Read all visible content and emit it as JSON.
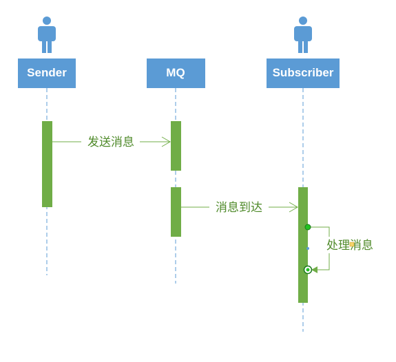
{
  "diagram": {
    "actors": [
      {
        "id": "sender",
        "label": "Sender"
      },
      {
        "id": "mq",
        "label": "MQ"
      },
      {
        "id": "subscriber",
        "label": "Subscriber"
      }
    ],
    "messages": [
      {
        "from": "sender",
        "to": "mq",
        "label": "发送消息"
      },
      {
        "from": "mq",
        "to": "subscriber",
        "label": "消息到达"
      },
      {
        "from": "subscriber",
        "to": "subscriber",
        "label": "处理消息",
        "self": true
      }
    ],
    "colors": {
      "actor_box": "#5b9bd5",
      "actor_icon": "#5b9bd5",
      "activation": "#70ad47",
      "message_line": "#70ad47",
      "message_text": "#4f8a2a",
      "lifeline": "#5b9bd5"
    }
  }
}
